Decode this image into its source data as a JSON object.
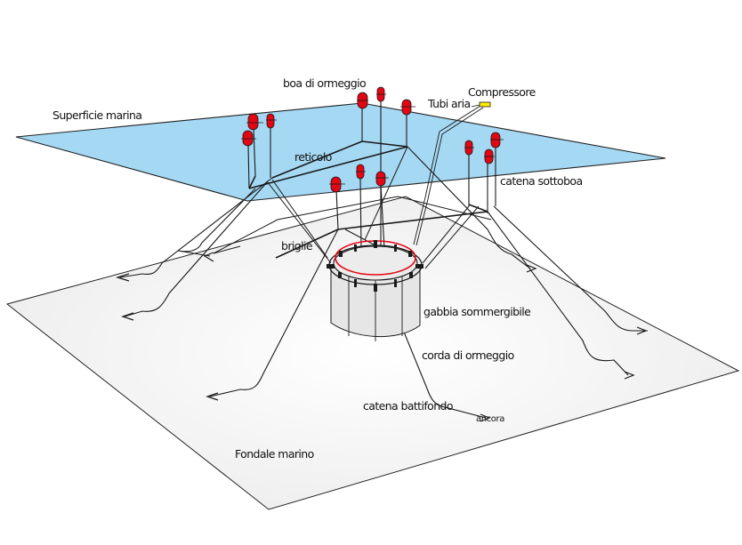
{
  "diagram": {
    "subject": "Submersible fish cage mooring system",
    "colors": {
      "sea_surface": "#a5d8f3",
      "seabed": "#f2f2f2",
      "buoy": "#e30613",
      "ring": "#e30613",
      "compressor": "#ffed00",
      "line": "#1a1a1a",
      "cage": "#e6e6e6"
    },
    "labels": {
      "sea_surface": "Superficie marina",
      "mooring_buoy": "boa di ormeggio",
      "compressor": "Compressore",
      "air_pipes": "Tubi aria",
      "grid": "reticolo",
      "sub_buoy_chain": "catena sottoboa",
      "bridles": "briglie",
      "submersible_cage": "gabbia sommergibile",
      "mooring_rope": "corda di ormeggio",
      "ground_chain": "catena battifondo",
      "anchor": "ancora",
      "seabed": "Fondale marino"
    },
    "counts": {
      "surface_buoys": 12,
      "anchors": 8,
      "cage_collar_brackets": 12
    }
  }
}
